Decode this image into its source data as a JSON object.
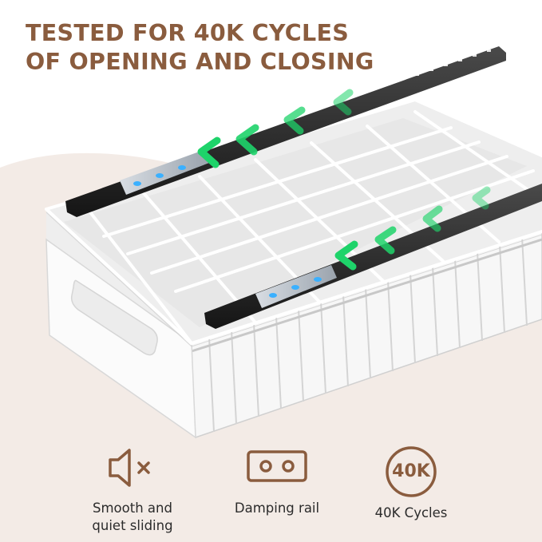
{
  "headline": {
    "line1": "TESTED FOR 40K CYCLES",
    "line2": "OF OPENING AND CLOSING"
  },
  "colors": {
    "accent": "#8a5c3e",
    "background_blob": "#f3ebe6",
    "arrow_green": "#1ed36a",
    "rail_dark": "#2a2a2a",
    "basket_white": "#ffffff"
  },
  "features": [
    {
      "icon": "speaker-mute-icon",
      "caption_line1": "Smooth and",
      "caption_line2": "quiet sliding"
    },
    {
      "icon": "damping-rail-icon",
      "caption": "Damping rail"
    },
    {
      "icon": "cycles-badge-icon",
      "badge_text": "40K",
      "caption": "40K Cycles"
    }
  ]
}
